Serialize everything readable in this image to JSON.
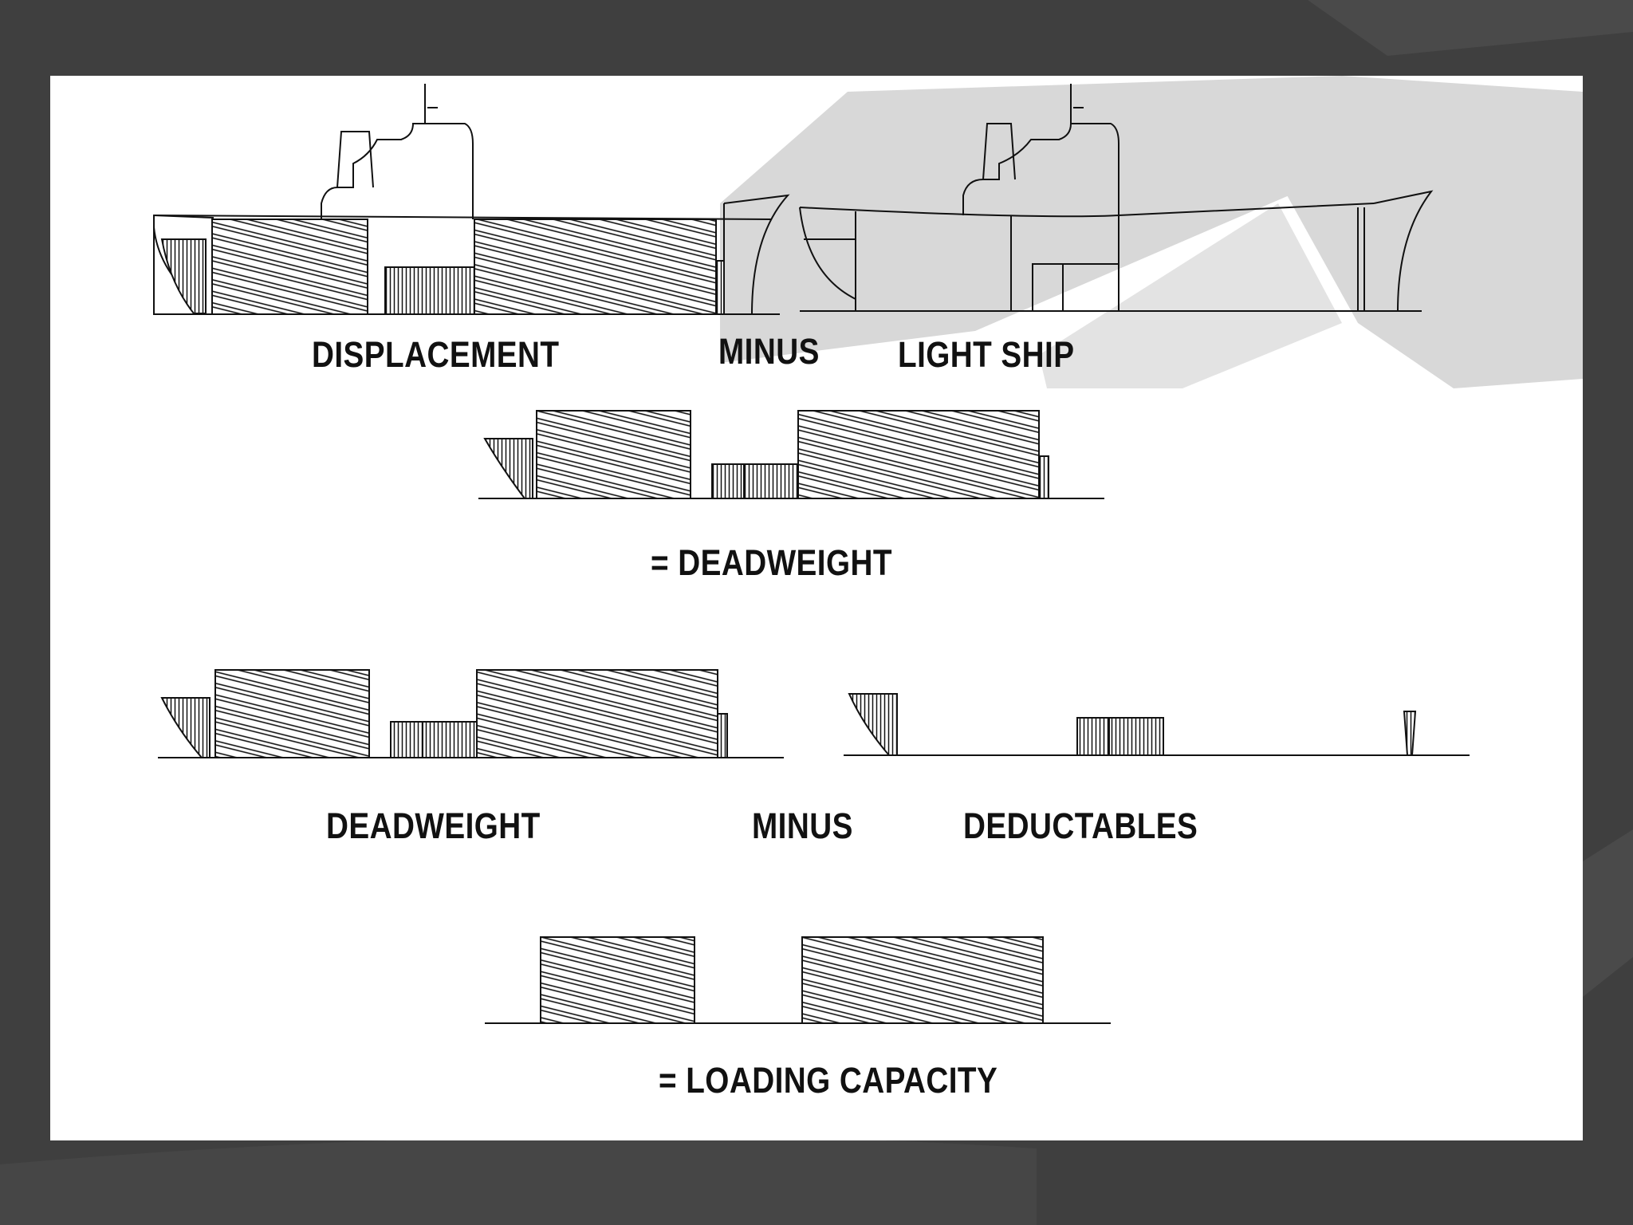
{
  "labels": {
    "displacement": "DISPLACEMENT",
    "minus_1": "MINUS",
    "light_ship": "LIGHT SHIP",
    "equals_deadweight": "= DEADWEIGHT",
    "deadweight": "DEADWEIGHT",
    "minus_2": "MINUS",
    "deductables": "DEDUCTABLES",
    "equals_loading_capacity": "= LOADING CAPACITY"
  },
  "colors": {
    "background": "#3f3f3f",
    "slide": "#ffffff",
    "decor": "#d8d8d8",
    "line": "#111111"
  }
}
